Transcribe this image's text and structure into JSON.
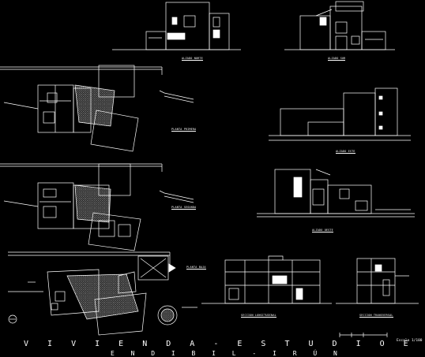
{
  "labels": {
    "alzado_norte": "ALZADO NORTE",
    "alzado_sur": "ALZADO SUR",
    "alzado_este": "ALZADO ESTE",
    "alzado_oeste": "ALZADO OESTE",
    "planta_primera": "PLANTA PRIMERA",
    "planta_segunda": "PLANTA SEGUNDA",
    "planta_baja": "PLANTA BAJA",
    "seccion_longitudinal": "SECCION LONGITUDINAL",
    "seccion_transversal": "SECCION TRANSVERSAL"
  },
  "title": {
    "line1": "V I V I E N D A  -  E S T U D I O  E N",
    "line2": "E N D I B I L  -  I R Ú N"
  },
  "scale": "Escala 1/100"
}
